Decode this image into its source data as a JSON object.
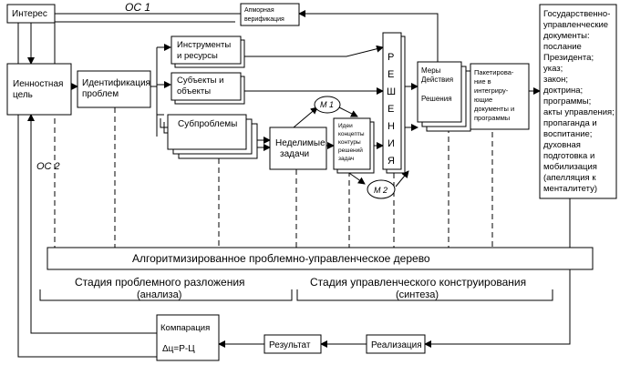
{
  "nodes": {
    "interest": "Интерес",
    "os1": "ОС 1",
    "verification": [
      "Апморная",
      "верификация"
    ],
    "value_goal": [
      "Иенностная",
      "цель"
    ],
    "identification": [
      "Идентификация",
      "проблем"
    ],
    "instruments": [
      "Инструменты",
      "и ресурсы"
    ],
    "subjects": [
      "Субъекты и",
      "объекты"
    ],
    "subproblems": "Субпроблемы",
    "indivisible": [
      "Неделимые",
      "задачи"
    ],
    "m1": "М 1",
    "m2": "М 2",
    "ideas": [
      "Идеи",
      "концепты",
      "контуры",
      "решений",
      "задач"
    ],
    "decisions_letters": [
      "Р",
      "Е",
      "Ш",
      "Е",
      "Н",
      "И",
      "Я"
    ],
    "measures": [
      "Меры",
      "Действия"
    ],
    "solutions": "Решения",
    "packaging": [
      "Пакетирова-",
      "ние в",
      "интегриру-",
      "ющие",
      "документы и",
      "программы"
    ],
    "state_docs": [
      "Государственно-",
      "управленческие",
      "документы:",
      "послание",
      "Президента;",
      "указ;",
      "закон;",
      "доктрина;",
      "программы;",
      "акты управления;",
      "пропаганда и",
      "воспитание;",
      "духовная",
      "подготовка и",
      "мобилизация",
      "(апелляция к",
      "менталитету)"
    ],
    "os2": "ОС 2",
    "algorithm": "Алгоритмизированное проблемно-управленческое дерево",
    "stage1": [
      "Стадия проблемного разложения",
      "(анализа)"
    ],
    "stage2": [
      "Стадия управленческого конструирования",
      "(синтеза)"
    ],
    "comparison": [
      "Компарация",
      "Δц=Р-Ц"
    ],
    "result": "Результат",
    "realization": "Реализация"
  }
}
